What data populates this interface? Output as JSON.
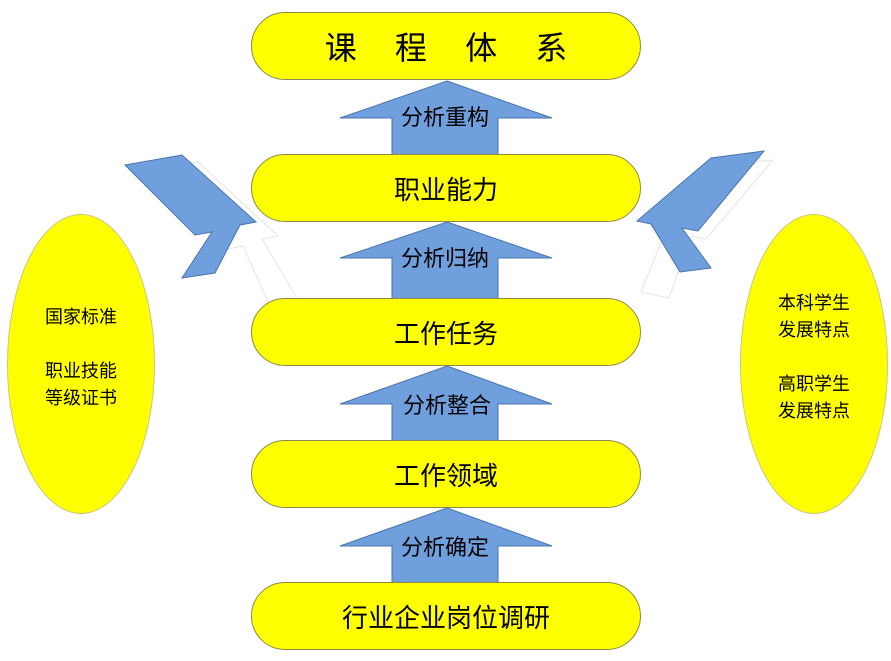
{
  "layers": [
    {
      "id": "curriculum",
      "label": "课 程 体 系"
    },
    {
      "id": "ability",
      "label": "职业能力"
    },
    {
      "id": "task",
      "label": "工作任务"
    },
    {
      "id": "domain",
      "label": "工作领域"
    },
    {
      "id": "research",
      "label": "行业企业岗位调研"
    }
  ],
  "arrows": [
    {
      "id": "restructure",
      "label": "分析重构"
    },
    {
      "id": "induction",
      "label": "分析归纳"
    },
    {
      "id": "integration",
      "label": "分析整合"
    },
    {
      "id": "determination",
      "label": "分析确定"
    }
  ],
  "left_oval": {
    "lines": [
      "国家标准",
      "",
      "职业技能",
      "等级证书"
    ]
  },
  "right_oval": {
    "lines": [
      "本科学生",
      "发展特点",
      "",
      "高职学生",
      "发展特点"
    ]
  },
  "colors": {
    "pill_fill": "#ffff00",
    "arrow_fill": "#6f9fdc",
    "arrow_stroke": "#4a74b0"
  }
}
